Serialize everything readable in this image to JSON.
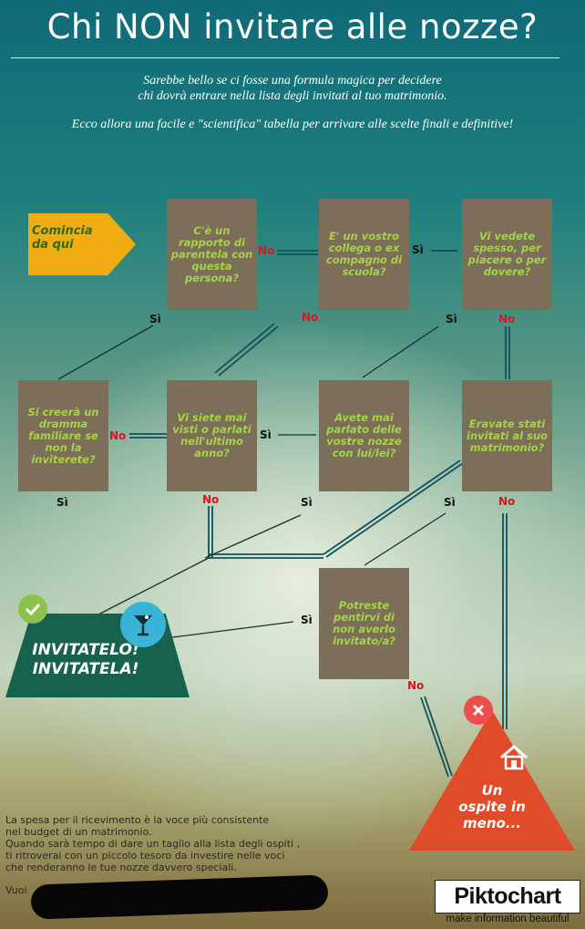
{
  "title": "Chi NON invitare alle nozze?",
  "intro": {
    "line1": "Sarebbe bello se ci fosse una formula magica per decidere",
    "line2": "chi dovrà entrare nella lista degli invitati al tuo matrimonio.",
    "line3": "Ecco allora una facile e \"scientifica\" tabella per arrivare alle scelte finali e definitive!"
  },
  "start": "Comincia da qui",
  "questions": {
    "q1": "C'è un rapporto di parentela con questa persona?",
    "q2": "E' un vostro collega o ex compagno di scuola?",
    "q3": "Vi vedete spesso, per piacere o per dovere?",
    "q4": "Si creerà un dramma familiare se non la inviterete?",
    "q5": "Vi siete mai visti o parlati nell'ultimo anno?",
    "q6": "Avete mai parlato delle vostre nozze con lui/lei?",
    "q7": "Eravate stati invitati al suo matrimonio?",
    "q8": "Potreste pentirvi di non averlo invitato/a?"
  },
  "answers": {
    "yes": "Sì",
    "no": "No"
  },
  "outcome_invite": {
    "line1": "INVITATELO!",
    "line2": "INVITATELA!"
  },
  "outcome_skip": {
    "line1": "Un",
    "line2": "ospite in",
    "line3": "meno..."
  },
  "footer": {
    "line1": "La spesa per il ricevimento è la voce più consistente",
    "line2": "nel budget di un matrimonio.",
    "line3": "Quando sarà tempo di dare un taglio alla lista degli ospiti ,",
    "line4": "ti ritroverai con un piccolo tesoro da  investire nelle voci",
    "line5": "che renderanno le tue nozze davvero speciali.",
    "line6": "Vuoi"
  },
  "branding": {
    "logo": "Piktochart",
    "tagline": "make information beautiful"
  },
  "colors": {
    "box": "#7c6e58",
    "question_text": "#a6d447",
    "start": "#f2ac13",
    "invite": "#16624e",
    "skip": "#e04c2a",
    "no_label": "#e0121f"
  },
  "icons": [
    "check-icon",
    "cocktail-icon",
    "cross-icon",
    "house-icon"
  ]
}
